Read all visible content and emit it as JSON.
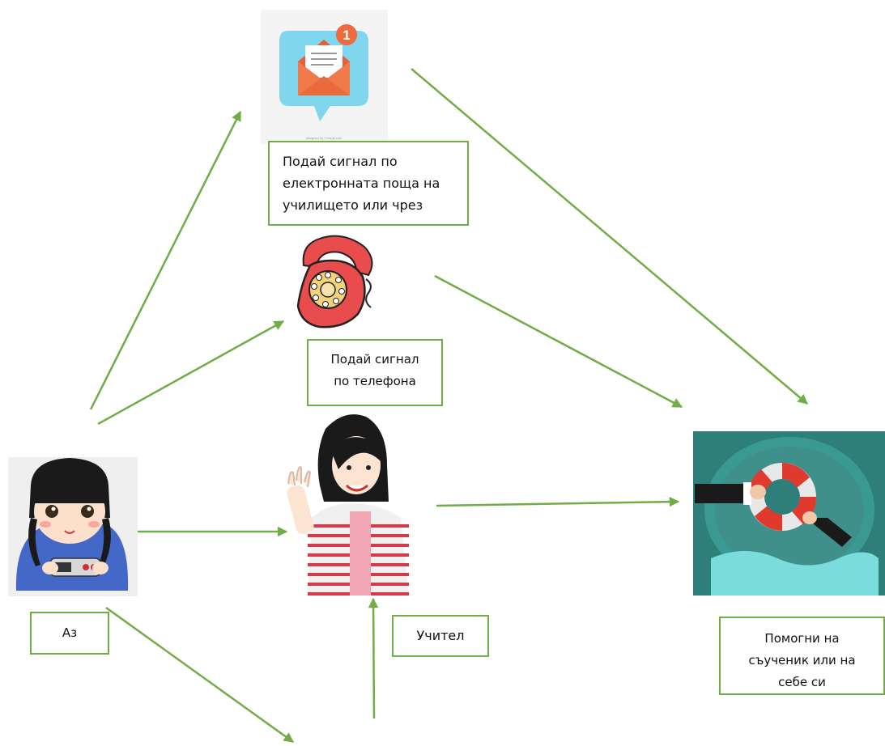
{
  "diagram": {
    "accent_color": "#70ad47",
    "nodes": {
      "email": {
        "icon": "email-notification-icon",
        "badge": "1",
        "caption": "designed by Freepik.com",
        "lines": [
          "Подай сигнал по",
          "електронната поща на",
          "училището  или чрез"
        ]
      },
      "phone": {
        "icon": "rotary-telephone-icon",
        "lines": [
          "Подай сигнал",
          "по телефона"
        ]
      },
      "me": {
        "icon": "girl-with-game-controller-icon",
        "label": "Аз"
      },
      "teacher": {
        "icon": "waving-teacher-icon",
        "label": "Учител"
      },
      "help": {
        "icon": "lifebuoy-rescue-icon",
        "lines": [
          "Помогни на",
          "съученик или на",
          "себе си"
        ]
      }
    }
  }
}
